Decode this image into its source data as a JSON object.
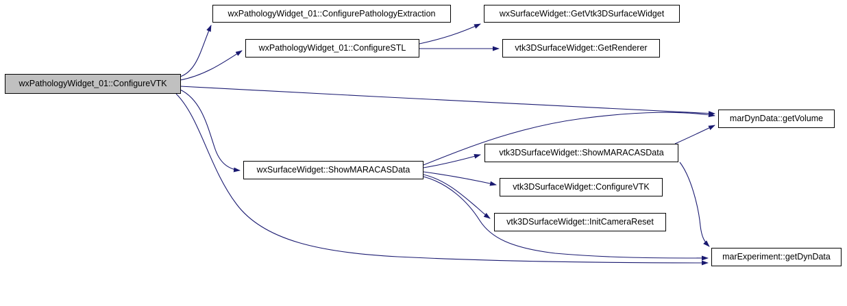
{
  "diagram": {
    "type": "call-graph",
    "colors": {
      "edge": "#191970",
      "node_border": "#000000",
      "node_fill": "#ffffff",
      "highlight_fill": "#c0c0c0",
      "text": "#000000",
      "background": "#ffffff"
    },
    "nodes": {
      "configure_vtk": {
        "label": "wxPathologyWidget_01::ConfigureVTK",
        "highlighted": true
      },
      "configure_pathology_extraction": {
        "label": "wxPathologyWidget_01::ConfigurePathologyExtraction",
        "highlighted": false
      },
      "configure_stl": {
        "label": "wxPathologyWidget_01::ConfigureSTL",
        "highlighted": false
      },
      "get_vtk3d_surface_widget": {
        "label": "wxSurfaceWidget::GetVtk3DSurfaceWidget",
        "highlighted": false
      },
      "get_renderer": {
        "label": "vtk3DSurfaceWidget::GetRenderer",
        "highlighted": false
      },
      "get_volume": {
        "label": "marDynData::getVolume",
        "highlighted": false
      },
      "wx_show_maracas_data": {
        "label": "wxSurfaceWidget::ShowMARACASData",
        "highlighted": false
      },
      "vtk_show_maracas_data": {
        "label": "vtk3DSurfaceWidget::ShowMARACASData",
        "highlighted": false
      },
      "vtk_configure_vtk": {
        "label": "vtk3DSurfaceWidget::ConfigureVTK",
        "highlighted": false
      },
      "init_camera_reset": {
        "label": "vtk3DSurfaceWidget::InitCameraReset",
        "highlighted": false
      },
      "get_dyn_data": {
        "label": "marExperiment::getDynData",
        "highlighted": false
      }
    },
    "edges": [
      {
        "from": "configure_vtk",
        "to": "configure_pathology_extraction"
      },
      {
        "from": "configure_vtk",
        "to": "configure_stl"
      },
      {
        "from": "configure_vtk",
        "to": "get_volume"
      },
      {
        "from": "configure_vtk",
        "to": "wx_show_maracas_data"
      },
      {
        "from": "configure_vtk",
        "to": "get_dyn_data"
      },
      {
        "from": "configure_stl",
        "to": "get_vtk3d_surface_widget"
      },
      {
        "from": "configure_stl",
        "to": "get_renderer"
      },
      {
        "from": "wx_show_maracas_data",
        "to": "get_volume"
      },
      {
        "from": "wx_show_maracas_data",
        "to": "vtk_show_maracas_data"
      },
      {
        "from": "wx_show_maracas_data",
        "to": "vtk_configure_vtk"
      },
      {
        "from": "wx_show_maracas_data",
        "to": "init_camera_reset"
      },
      {
        "from": "wx_show_maracas_data",
        "to": "get_dyn_data"
      },
      {
        "from": "vtk_show_maracas_data",
        "to": "get_volume"
      },
      {
        "from": "vtk_show_maracas_data",
        "to": "get_dyn_data"
      }
    ]
  }
}
